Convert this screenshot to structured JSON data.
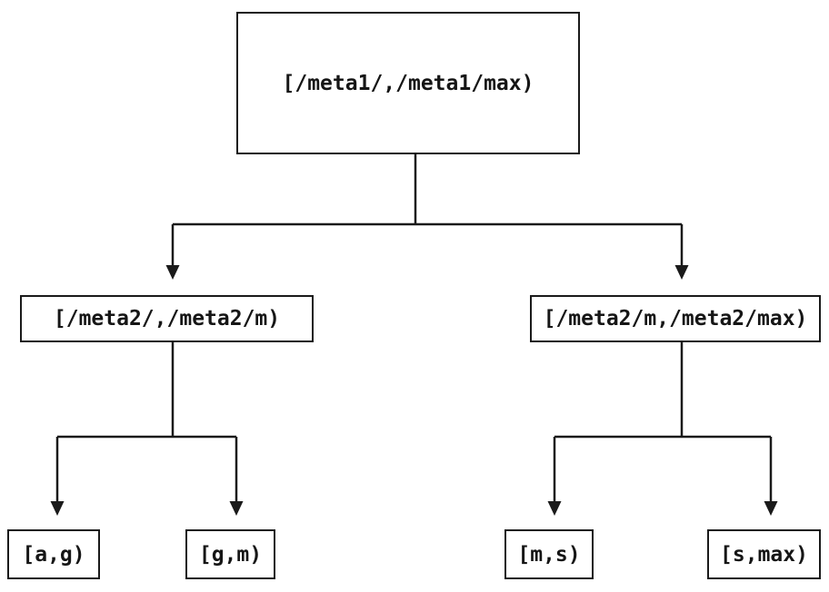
{
  "diagram": {
    "type": "tree",
    "description_visible": "range-partition tree of interval labels",
    "colors": {
      "stroke": "#1a1a1a",
      "background": "#ffffff",
      "text": "#161616"
    },
    "nodes": {
      "root": {
        "label": "[/meta1/,/meta1/max)"
      },
      "left": {
        "label": "[/meta2/,/meta2/m)"
      },
      "right": {
        "label": "[/meta2/m,/meta2/max)"
      },
      "leaf_ag": {
        "label": "[a,g)"
      },
      "leaf_gm": {
        "label": "[g,m)"
      },
      "leaf_ms": {
        "label": "[m,s)"
      },
      "leaf_smax": {
        "label": "[s,max)"
      }
    },
    "edges": [
      {
        "from": "root",
        "to": "left"
      },
      {
        "from": "root",
        "to": "right"
      },
      {
        "from": "left",
        "to": "leaf_ag"
      },
      {
        "from": "left",
        "to": "leaf_gm"
      },
      {
        "from": "right",
        "to": "leaf_ms"
      },
      {
        "from": "right",
        "to": "leaf_smax"
      }
    ]
  }
}
